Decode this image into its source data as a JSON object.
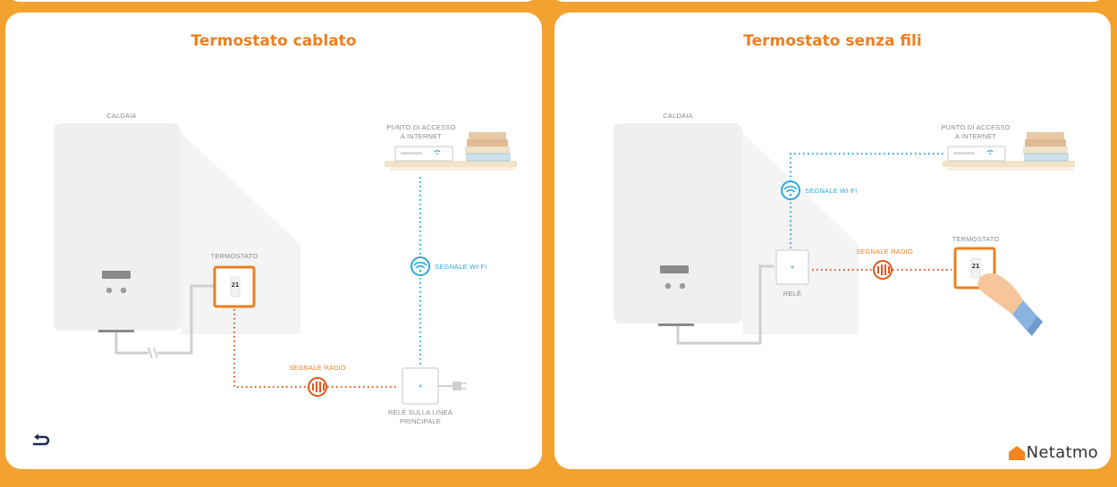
{
  "left_panel": {
    "title": "Termostato cablato",
    "labels": {
      "boiler": "CALDAIA",
      "access_point_1": "PUNTO DI ACCESSO",
      "access_point_2": "A INTERNET",
      "thermostat": "TERMOSTATO",
      "wifi_signal": "SEGNALE WI-FI",
      "radio_signal": "SEGNALE RADIO",
      "relay_1": "RELÈ SULLA LINEA",
      "relay_2": "PRINCIPALE"
    },
    "thermostat_display": "21"
  },
  "right_panel": {
    "title": "Termostato senza fili",
    "labels": {
      "boiler": "CALDAIA",
      "access_point_1": "PUNTO DI ACCESSO",
      "access_point_2": "A INTERNET",
      "wifi_signal": "SEGNALE WI-FI",
      "radio_signal": "SEGNALE RADIO",
      "thermostat": "TERMOSTATO",
      "relay": "RELÈ"
    },
    "thermostat_display": "21"
  },
  "icons": {
    "back": "back-arrow-icon",
    "logo": "netatmo-logo-icon"
  },
  "brand": {
    "name": "Netatmo"
  },
  "colors": {
    "background": "#f3a230",
    "title": "#ee7e1e",
    "radio": "#ee7e1e",
    "wifi": "#2ea8dc",
    "device_gray": "#efefef"
  }
}
